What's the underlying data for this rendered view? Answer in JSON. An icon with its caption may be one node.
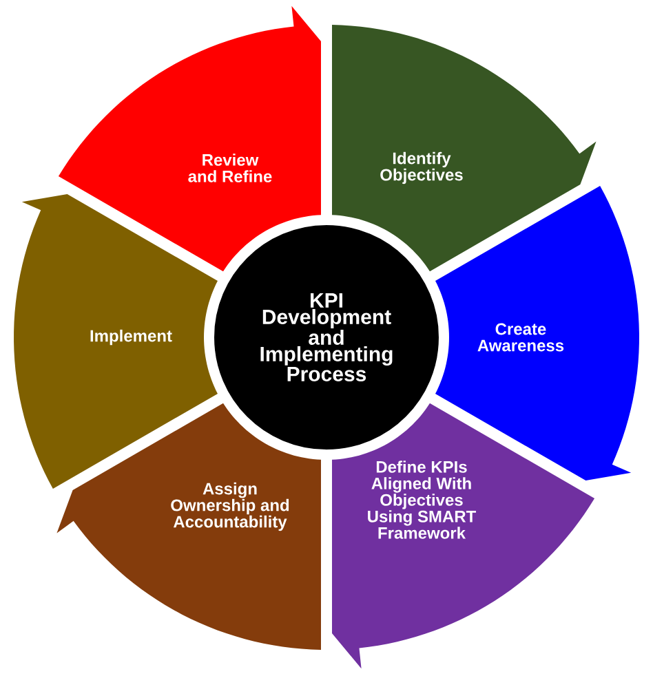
{
  "diagram": {
    "nodes": [
      {
        "text": [
          "KPI Development and Implementing Process"
        ]
      },
      {
        "text": [
          "Identify Objectives"
        ]
      },
      {
        "text": [
          "Create Awareness"
        ]
      },
      {
        "text": [
          "Define KPIs Aligned With Objectives Using SMART Framework"
        ]
      },
      {
        "text": [
          "Assign Ownership and Accountability"
        ]
      },
      {
        "text": [
          "Implement"
        ]
      },
      {
        "text": [
          "Review and Refine"
        ]
      }
    ]
  }
}
